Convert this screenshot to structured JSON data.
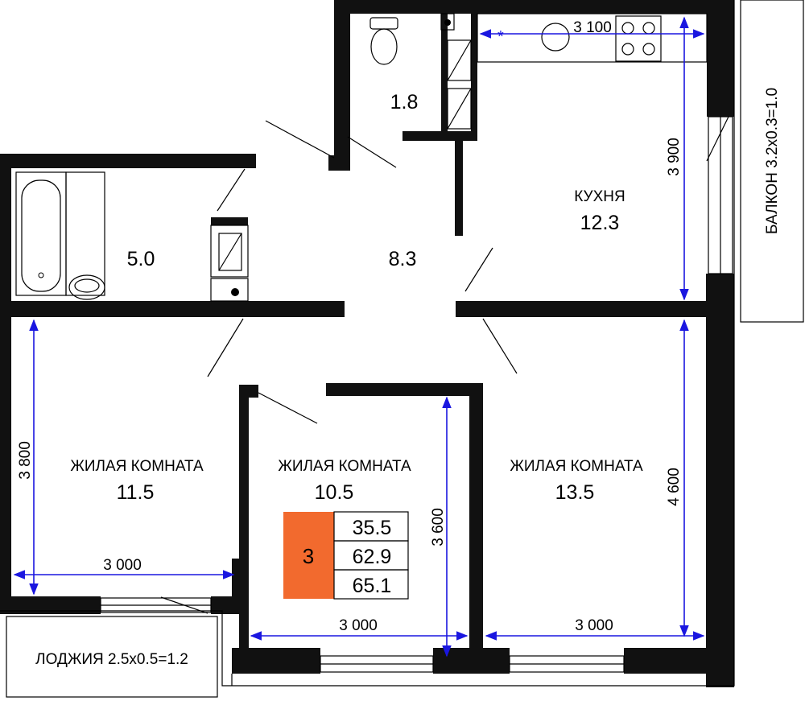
{
  "colors": {
    "wall": "#111111",
    "dimension": "#1a16e0",
    "badge": "#f26a2e"
  },
  "rooms": {
    "wc_area": "1.8",
    "bathroom_area": "5.0",
    "hall_area": "8.3",
    "kitchen_name": "КУХНЯ",
    "kitchen_area": "12.3",
    "room_left_name": "ЖИЛАЯ КОМНАТА",
    "room_left_area": "11.5",
    "room_mid_name": "ЖИЛАЯ КОМНАТА",
    "room_mid_area": "10.5",
    "room_right_name": "ЖИЛАЯ КОМНАТА",
    "room_right_area": "13.5"
  },
  "outdoor": {
    "balcony": "БАЛКОН 3.2x0.3=1.0",
    "loggia": "ЛОДЖИЯ 2.5x0.5=1.2"
  },
  "dimensions": {
    "kitchen_width": "3 100",
    "kitchen_depth": "3 900",
    "left_room_depth": "3 800",
    "left_room_width": "3 000",
    "mid_room_depth": "3 600",
    "mid_room_width": "3 000",
    "right_room_depth": "4 600",
    "right_room_width": "3 000"
  },
  "summary": {
    "rooms_count": "3",
    "living_area": "35.5",
    "total_area": "62.9",
    "total_area_with_outdoor": "65.1"
  }
}
